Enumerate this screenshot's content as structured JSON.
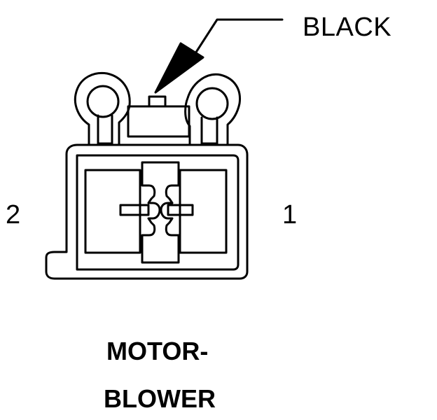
{
  "connector": {
    "wire_color_label": "BLACK",
    "pin_left_label": "2",
    "pin_right_label": "1",
    "title_line_1": "MOTOR-",
    "title_line_2": "BLOWER"
  },
  "colors": {
    "ink": "#000000",
    "background": "#ffffff"
  }
}
